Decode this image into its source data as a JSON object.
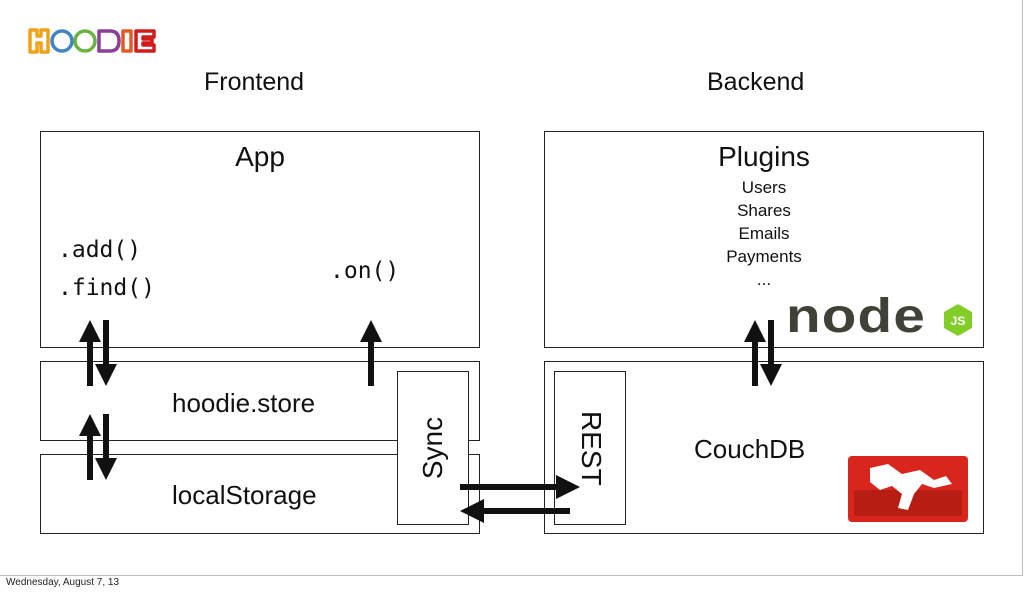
{
  "logo_text": "hoodie",
  "headings": {
    "frontend": "Frontend",
    "backend": "Backend"
  },
  "frontend": {
    "app_title": "App",
    "methods": [
      ".add()",
      ".find()"
    ],
    "on_method": ".on()",
    "store_label": "hoodie.store",
    "local_label": "localStorage",
    "sync_label": "Sync"
  },
  "backend": {
    "plugins_title": "Plugins",
    "plugins": [
      "Users",
      "Shares",
      "Emails",
      "Payments",
      "..."
    ],
    "rest_label": "REST",
    "couchdb_label": "CouchDB",
    "node_logo_text": "node",
    "js_badge": "JS"
  },
  "footer": {
    "date": "Wednesday, August 7, 13"
  },
  "colors": {
    "line": "#111111",
    "couch_red": "#d8261c",
    "node_dark": "#404137",
    "node_green": "#83cd29"
  }
}
